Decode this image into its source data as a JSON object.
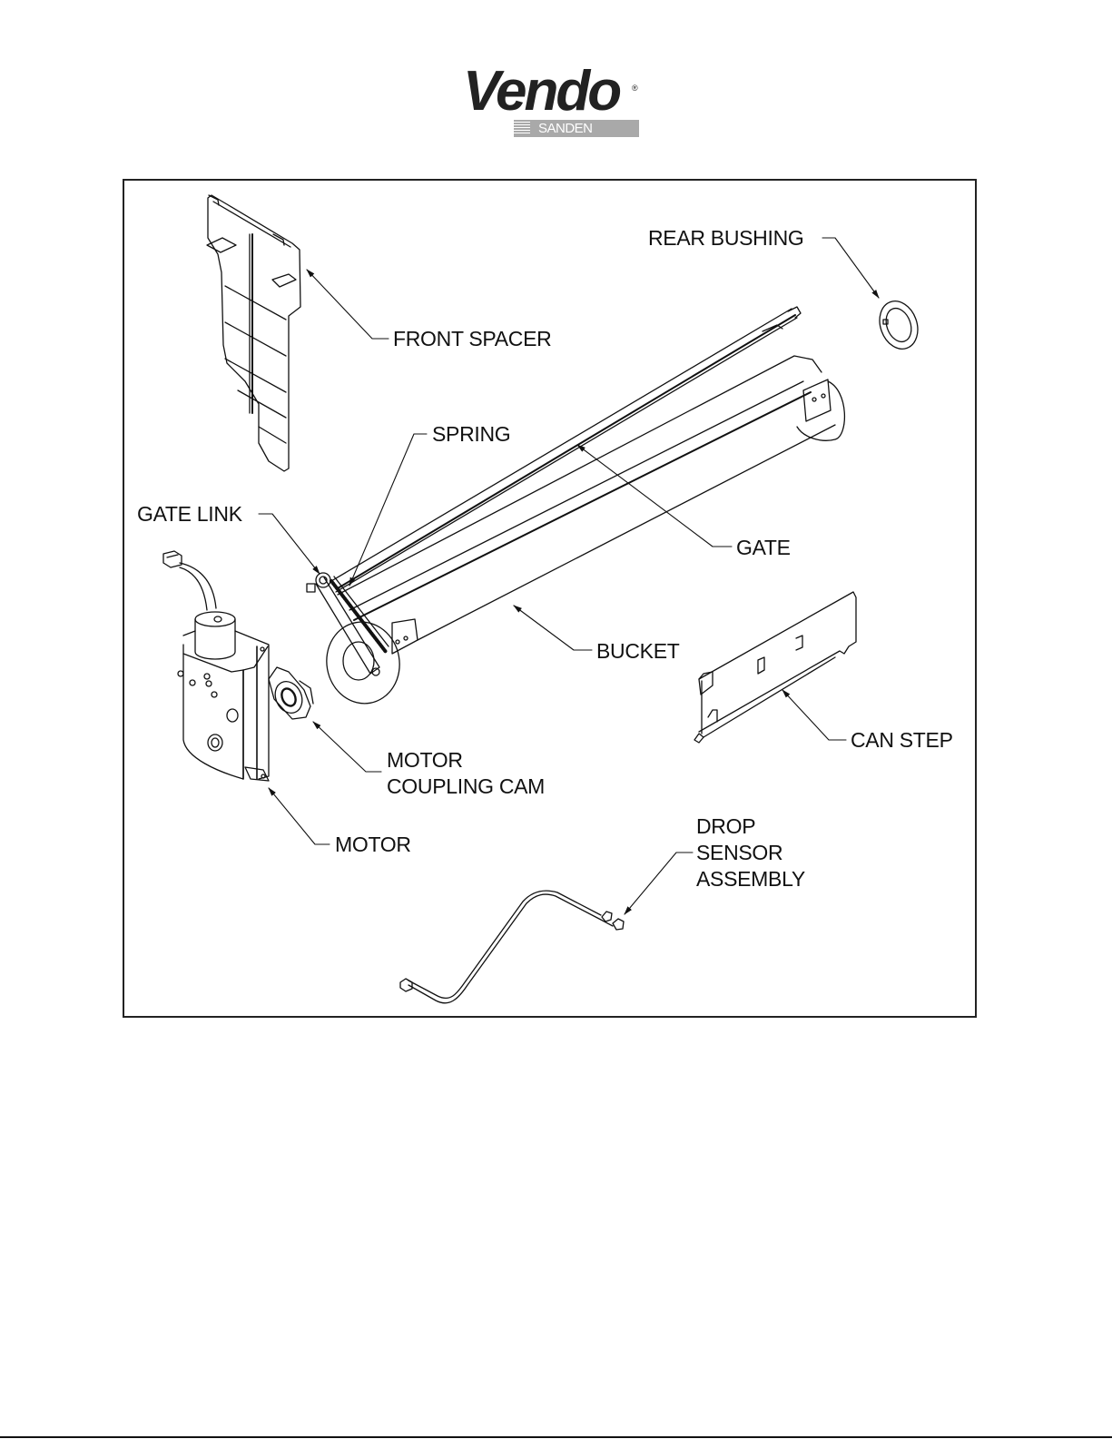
{
  "logo": {
    "brand": "Vendo",
    "registered_mark": "®",
    "sub_brand": "SANDEN",
    "icon": "sanden-stripes-icon"
  },
  "diagram": {
    "type": "exploded-parts-view",
    "callouts": {
      "rear_bushing": "REAR BUSHING",
      "front_spacer": "FRONT SPACER",
      "spring": "SPRING",
      "gate_link": "GATE LINK",
      "gate": "GATE",
      "bucket": "BUCKET",
      "can_step": "CAN STEP",
      "motor_coupling_cam_line1": "MOTOR",
      "motor_coupling_cam_line2": "COUPLING CAM",
      "motor": "MOTOR",
      "drop_sensor_line1": "DROP",
      "drop_sensor_line2": "SENSOR",
      "drop_sensor_line3": "ASSEMBLY"
    },
    "parts": [
      "front-spacer",
      "rear-bushing",
      "gate",
      "bucket",
      "spring",
      "gate-link",
      "motor",
      "motor-coupling-cam",
      "can-step",
      "drop-sensor-assembly"
    ]
  }
}
